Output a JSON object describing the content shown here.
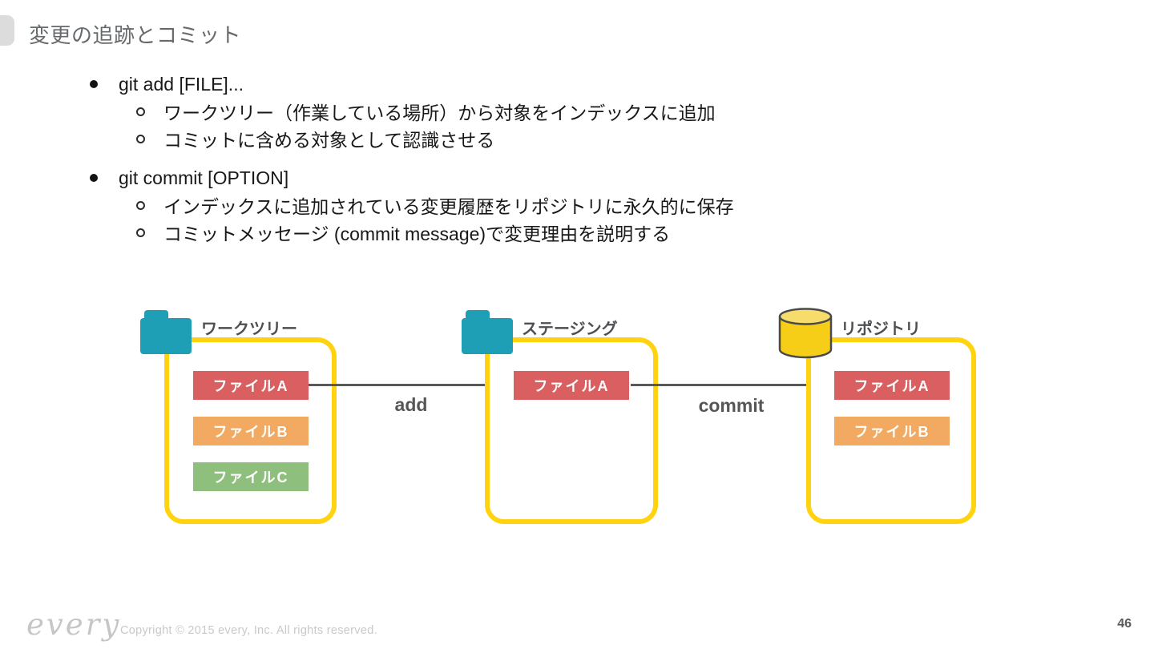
{
  "slide": {
    "title": "変更の追跡とコミット",
    "page_number": "46"
  },
  "bullets": [
    {
      "text": "git add [FILE]...",
      "subs": [
        "ワークツリー（作業している場所）から対象をインデックスに追加",
        "コミットに含める対象として認識させる"
      ]
    },
    {
      "text": "git commit [OPTION]",
      "subs": [
        "インデックスに追加されている変更履歴をリポジトリに永久的に保存",
        "コミットメッセージ (commit message)で変更理由を説明する"
      ]
    }
  ],
  "diagram": {
    "nodes": [
      {
        "label": "ワークツリー",
        "icon": "folder-icon",
        "files": [
          {
            "label": "ファイルA",
            "color": "#d95f60"
          },
          {
            "label": "ファイルB",
            "color": "#f2a961"
          },
          {
            "label": "ファイルC",
            "color": "#8fbf7d"
          }
        ]
      },
      {
        "label": "ステージング",
        "icon": "folder-icon",
        "files": [
          {
            "label": "ファイルA",
            "color": "#d95f60"
          }
        ]
      },
      {
        "label": "リポジトリ",
        "icon": "database-icon",
        "files": [
          {
            "label": "ファイルA",
            "color": "#d95f60"
          },
          {
            "label": "ファイルB",
            "color": "#f2a961"
          }
        ]
      }
    ],
    "arrows": [
      {
        "label": "add"
      },
      {
        "label": "commit"
      }
    ]
  },
  "footer": {
    "logo_text": "every",
    "copyright": "Copyright © 2015 every, Inc. All rights reserved."
  },
  "colors": {
    "box_border_yellow": "#ffd30f",
    "folder_teal": "#1e9fb5",
    "cylinder_yellow": "#f7ce17",
    "cylinder_top_yellow": "#f6dd6b",
    "file_red": "#d95f60",
    "file_orange": "#f2a961",
    "file_green": "#8fbf7d",
    "arrow_gray": "#58595b"
  }
}
